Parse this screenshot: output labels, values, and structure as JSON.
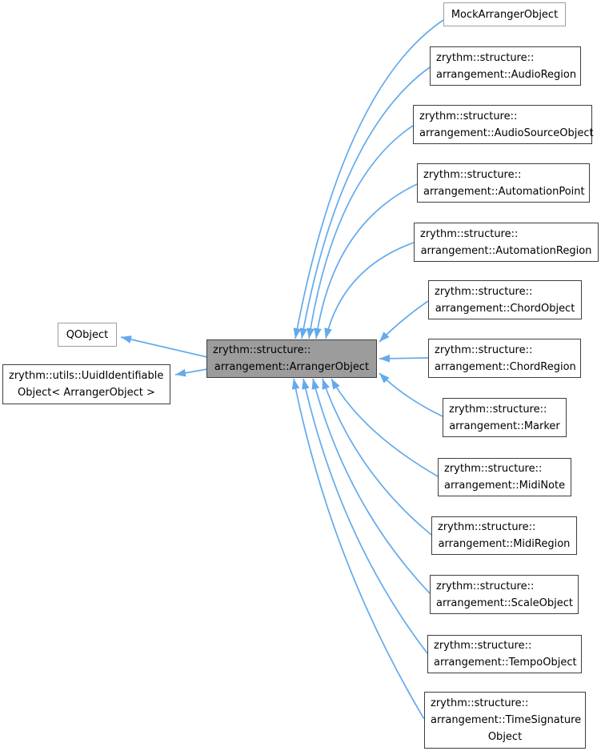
{
  "diagram_type": "class-inheritance-graph",
  "colors": {
    "edge": "#63aaec",
    "background": "#ffffff",
    "node_fill": "#ffffff",
    "current_node_fill": "#9c9c9c",
    "documented_border": "#3e3e3e",
    "external_border": "#9d9d9d",
    "text": "#000000"
  },
  "nodes": {
    "qobject": {
      "lines": [
        "QObject"
      ]
    },
    "uuid_identifiable": {
      "lines": [
        "zrythm::utils::UuidIdentifiable",
        "Object< ArrangerObject >"
      ]
    },
    "arranger_object": {
      "lines": [
        "zrythm::structure::",
        "arrangement::ArrangerObject"
      ]
    },
    "mock_arranger_object": {
      "lines": [
        "MockArrangerObject"
      ]
    },
    "audio_region": {
      "lines": [
        "zrythm::structure::",
        "arrangement::AudioRegion"
      ]
    },
    "audio_source_object": {
      "lines": [
        "zrythm::structure::",
        "arrangement::AudioSourceObject"
      ]
    },
    "automation_point": {
      "lines": [
        "zrythm::structure::",
        "arrangement::AutomationPoint"
      ]
    },
    "automation_region": {
      "lines": [
        "zrythm::structure::",
        "arrangement::AutomationRegion"
      ]
    },
    "chord_object": {
      "lines": [
        "zrythm::structure::",
        "arrangement::ChordObject"
      ]
    },
    "chord_region": {
      "lines": [
        "zrythm::structure::",
        "arrangement::ChordRegion"
      ]
    },
    "marker": {
      "lines": [
        "zrythm::structure::",
        "arrangement::Marker"
      ]
    },
    "midi_note": {
      "lines": [
        "zrythm::structure::",
        "arrangement::MidiNote"
      ]
    },
    "midi_region": {
      "lines": [
        "zrythm::structure::",
        "arrangement::MidiRegion"
      ]
    },
    "scale_object": {
      "lines": [
        "zrythm::structure::",
        "arrangement::ScaleObject"
      ]
    },
    "tempo_object": {
      "lines": [
        "zrythm::structure::",
        "arrangement::TempoObject"
      ]
    },
    "time_signature_object": {
      "lines": [
        "zrythm::structure::",
        "arrangement::TimeSignature",
        "Object"
      ]
    }
  },
  "relationships": {
    "center": "zrythm::structure::arrangement::ArrangerObject",
    "bases_of_center": [
      "QObject",
      "zrythm::utils::UuidIdentifiableObject< ArrangerObject >"
    ],
    "derived_from_center": [
      "MockArrangerObject",
      "zrythm::structure::arrangement::AudioRegion",
      "zrythm::structure::arrangement::AudioSourceObject",
      "zrythm::structure::arrangement::AutomationPoint",
      "zrythm::structure::arrangement::AutomationRegion",
      "zrythm::structure::arrangement::ChordObject",
      "zrythm::structure::arrangement::ChordRegion",
      "zrythm::structure::arrangement::Marker",
      "zrythm::structure::arrangement::MidiNote",
      "zrythm::structure::arrangement::MidiRegion",
      "zrythm::structure::arrangement::ScaleObject",
      "zrythm::structure::arrangement::TempoObject",
      "zrythm::structure::arrangement::TimeSignatureObject"
    ]
  }
}
